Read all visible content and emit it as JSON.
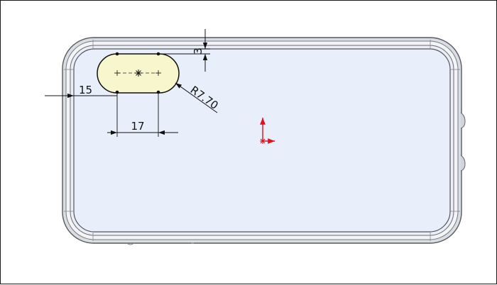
{
  "drawing": {
    "dimensions": {
      "top_offset": "3",
      "left_offset": "15",
      "slot_length": "17",
      "slot_radius": "R7.70"
    },
    "colors": {
      "body_fill": "#e8eefa",
      "edge_stroke": "#5a5a5a",
      "slot_fill": "#f8f6cc",
      "dimension_stroke": "#111111",
      "origin_color": "#e0101a"
    }
  }
}
